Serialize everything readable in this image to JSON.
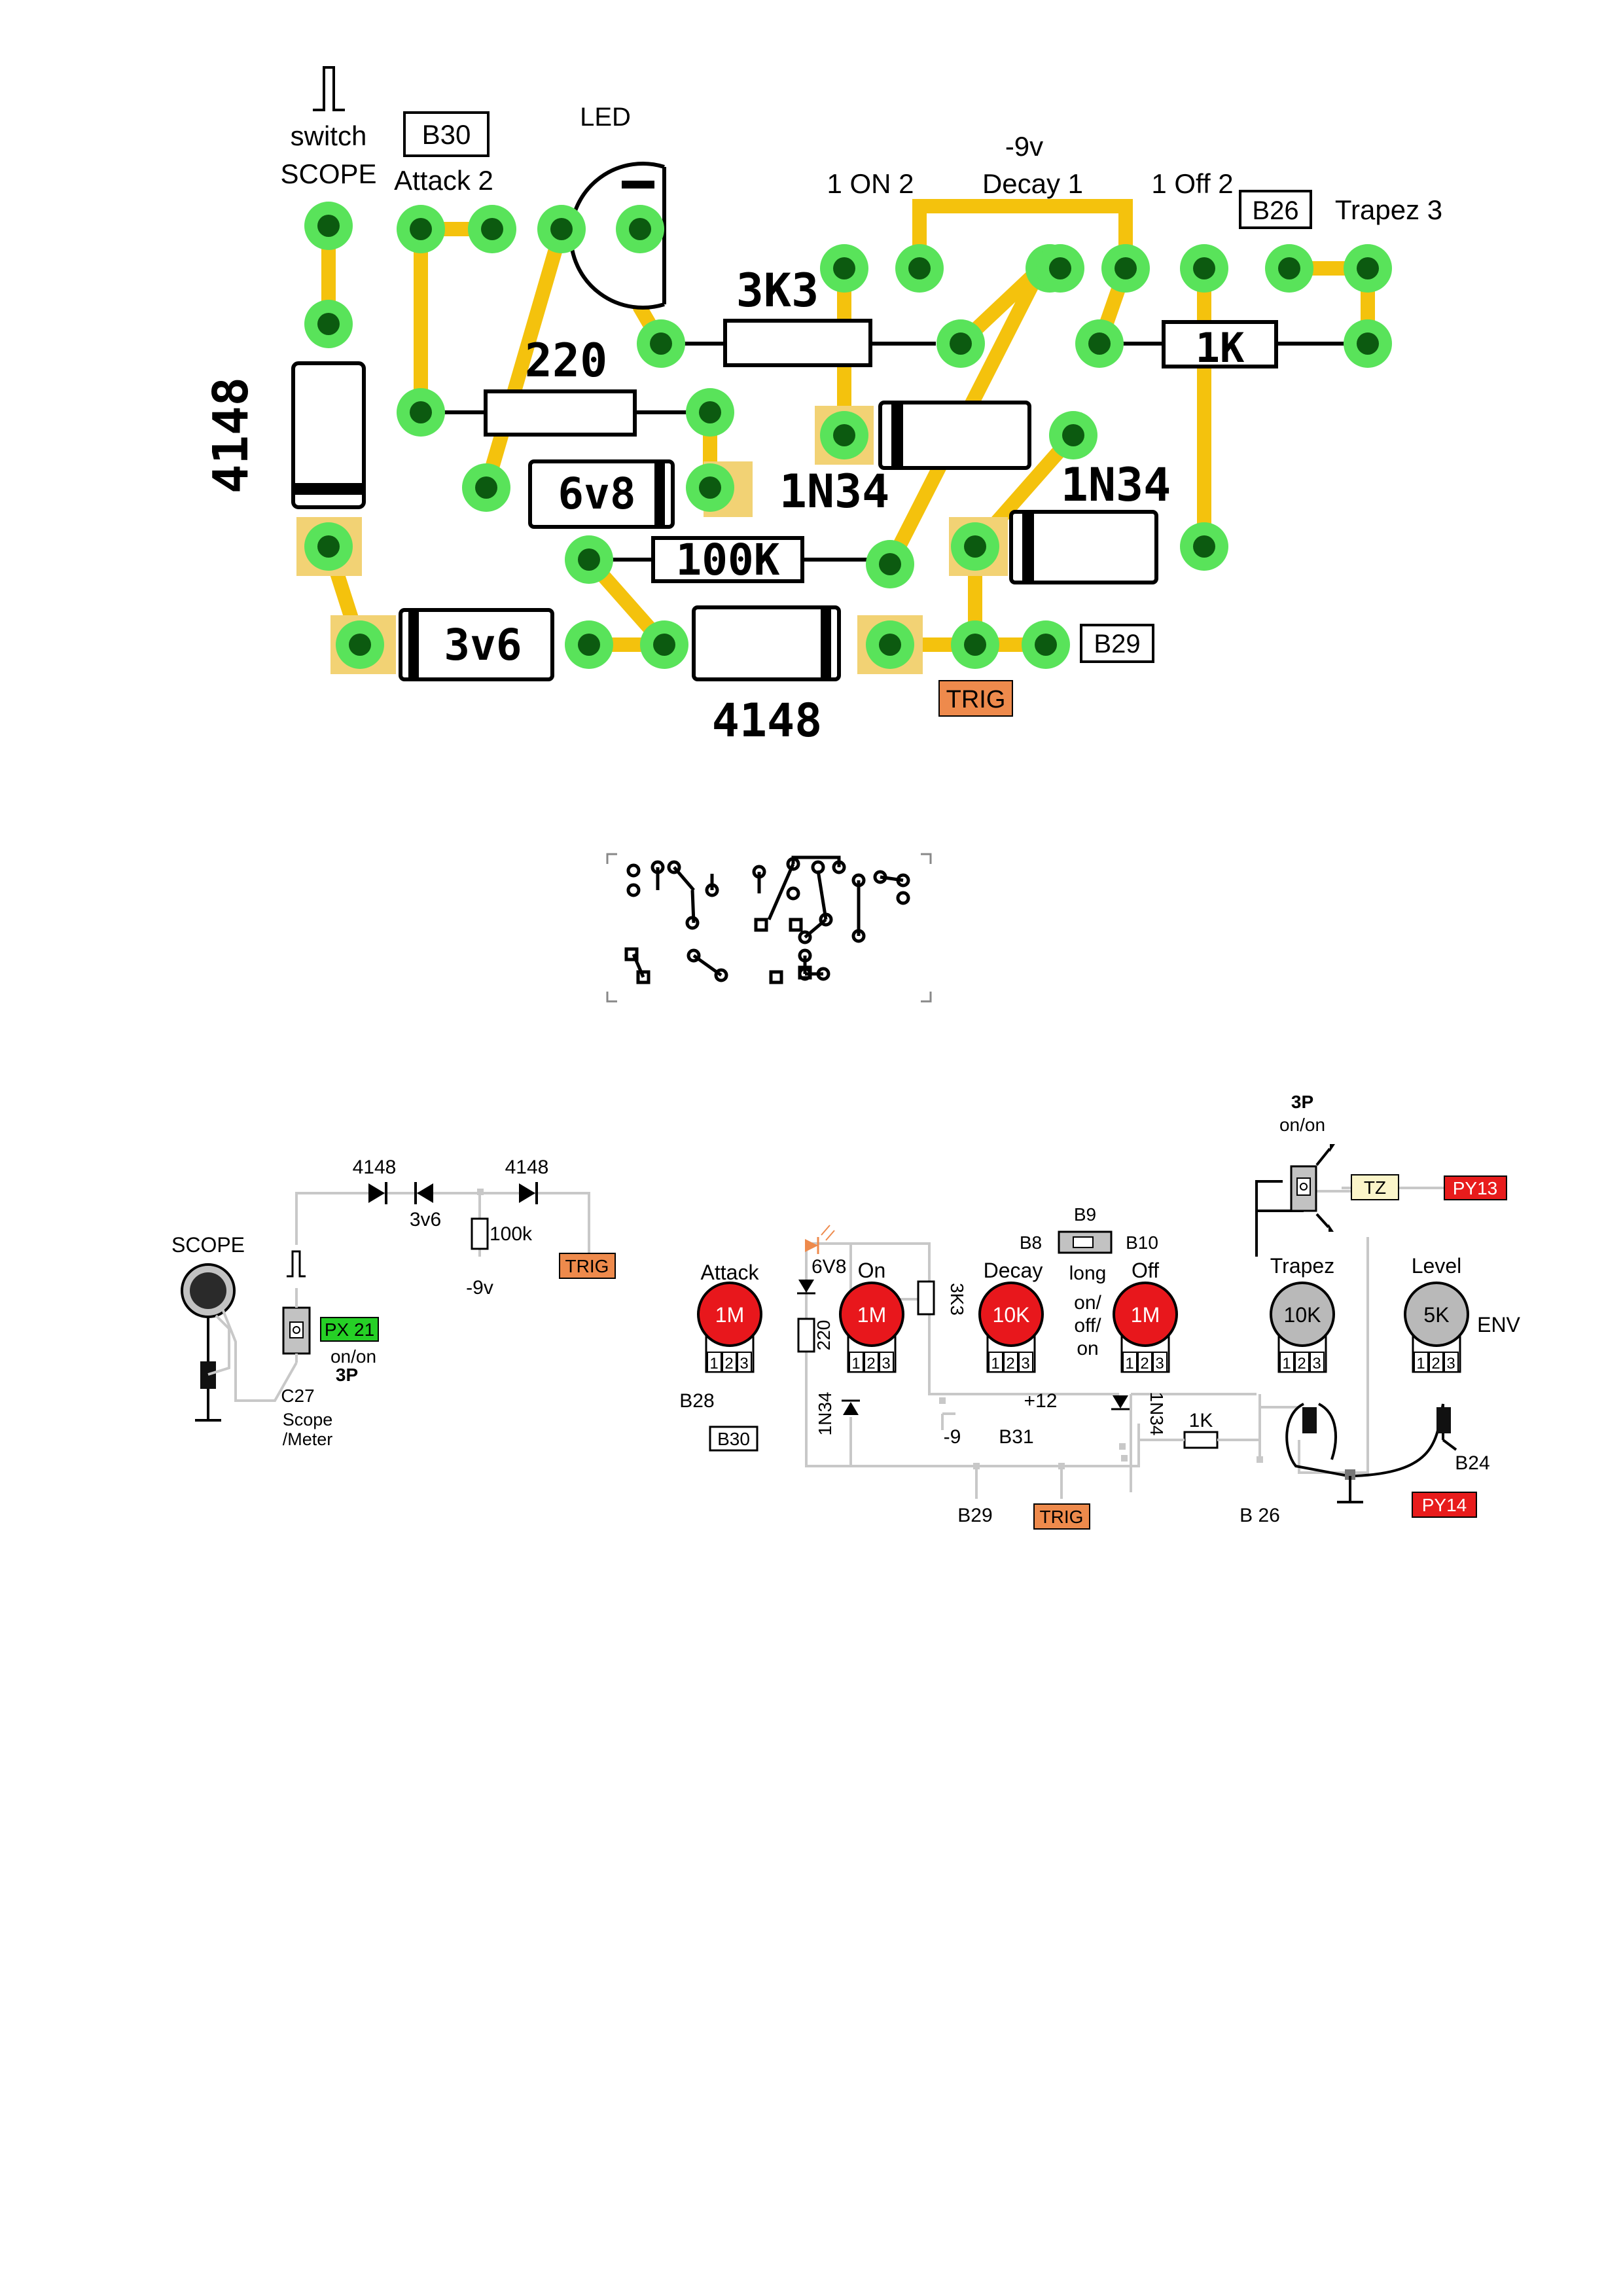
{
  "pcb": {
    "pulse_glyph": "pulse-icon",
    "switch_scope": [
      "switch",
      "SCOPE"
    ],
    "b30": "B30",
    "attack2": "Attack 2",
    "led": "LED",
    "minus": "−",
    "neg9v": "-9v",
    "one_on_two": "1 ON 2",
    "decay1": "Decay 1",
    "one_off_two": "1 Off 2",
    "b26": "B26",
    "trapez3": "Trapez 3",
    "r3k3": "3K3",
    "r1k": "1K",
    "r220": "220",
    "d4148_left": "4148",
    "z6v8": "6v8",
    "d1n34_a": "1N34",
    "d1n34_b": "1N34",
    "r100k": "100K",
    "z3v6": "3v6",
    "d4148_bottom": "4148",
    "b29": "B29",
    "trig": "TRIG"
  },
  "schematic_left": {
    "scope": "SCOPE",
    "d4148_a": "4148",
    "d4148_b": "4148",
    "z3v6": "3v6",
    "r100k": "100k",
    "neg9v": "-9v",
    "trig": "TRIG",
    "px21": "PX 21",
    "onon": "on/on",
    "three_p": "3P",
    "c27": "C27",
    "scope_meter": [
      "Scope",
      "/Meter"
    ]
  },
  "schematic_right": {
    "three_p": "3P",
    "onon": "on/on",
    "tz": "TZ",
    "py13": "PY13",
    "b9": "B9",
    "b8": "B8",
    "b10": "B10",
    "attack": "Attack",
    "z6v8": "6V8",
    "on": "On",
    "decay": "Decay",
    "long_switch": [
      "long",
      "on/",
      "off/",
      "on"
    ],
    "off": "Off",
    "trapez": "Trapez",
    "level": "Level",
    "env": "ENV",
    "pot_1m_a": "1M",
    "pot_1m_b": "1M",
    "pot_10k": "10K",
    "pot_1m_c": "1M",
    "pot_10k_trapez": "10K",
    "pot_5k": "5K",
    "r3k3": "3K3",
    "r220": "220",
    "pins": [
      "1",
      "2",
      "3"
    ],
    "b28": "B28",
    "b30": "B30",
    "d1n34_a": "1N34",
    "d1n34_b": "1N34",
    "neg9": "-9",
    "plus12": "+12",
    "b31": "B31",
    "r1k": "1K",
    "b24": "B24",
    "b29": "B29",
    "trig": "TRIG",
    "b26": "B 26",
    "py14": "PY14"
  },
  "colors": {
    "trace": "#f4c20d",
    "pad_outer": "#59e35a",
    "pad_inner": "#0c5a10",
    "pot_red": "#e8171c",
    "pot_grey": "#b9b9b9",
    "trig_orange": "#ee8a4c",
    "label_red": "#e81c1c",
    "label_green": "#26d026",
    "tz_cream": "#fbf5c9"
  }
}
